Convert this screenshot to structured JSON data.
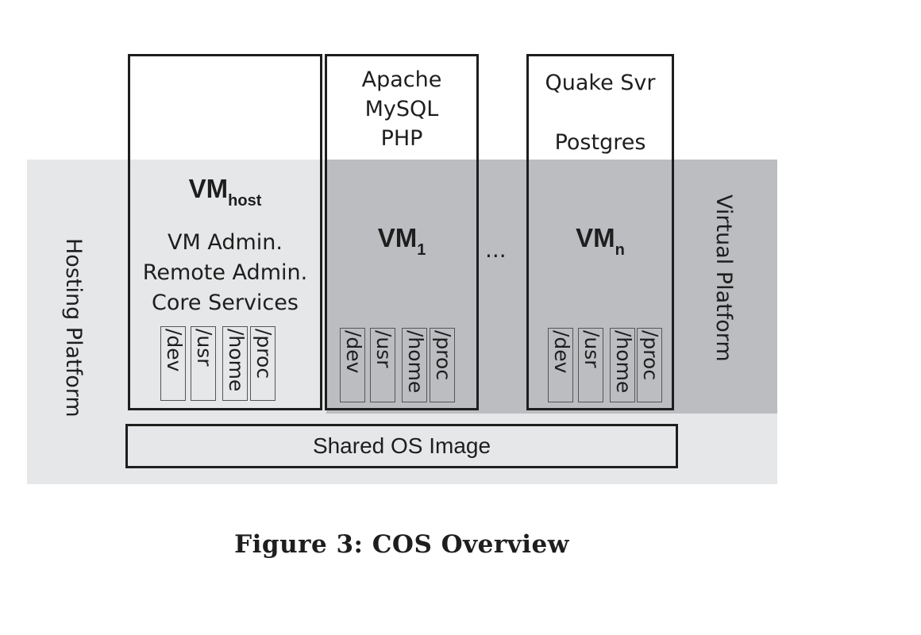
{
  "figure": {
    "caption": "Figure 3:  COS Overview",
    "colors": {
      "hosting_platform_fill": "#e6e7e8",
      "virtual_platform_fill": "#bcbdc0",
      "border": "#1e1e1e"
    },
    "platforms": {
      "hosting": "Hosting Platform",
      "virtual": "Virtual Platform"
    },
    "vm_host": {
      "title": "VM",
      "subscript": "host",
      "services": [
        "VM Admin.",
        "Remote Admin.",
        "Core Services"
      ],
      "dirs": [
        "/dev",
        "/usr",
        "/home",
        "/proc"
      ]
    },
    "vm_1": {
      "title": "VM",
      "subscript": "1",
      "apps": [
        "Apache",
        "MySQL",
        "PHP"
      ],
      "dirs": [
        "/dev",
        "/usr",
        "/home",
        "/proc"
      ]
    },
    "ellipsis": "...",
    "vm_n": {
      "title": "VM",
      "subscript": "n",
      "apps": [
        "Quake Svr",
        "Postgres"
      ],
      "dirs": [
        "/dev",
        "/usr",
        "/home",
        "/proc"
      ]
    },
    "shared_os": "Shared OS Image"
  }
}
